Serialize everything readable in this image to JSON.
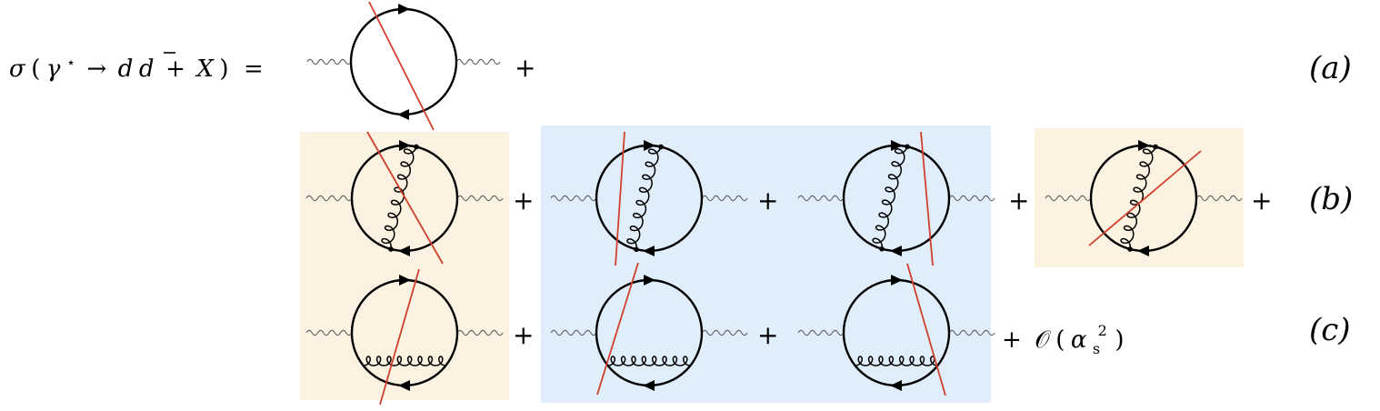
{
  "lhs": {
    "sigma": "σ",
    "open_paren": "(",
    "gamma": "γ",
    "star": "⋆",
    "arrow": "→",
    "d": "d",
    "dbar": "d",
    "bar": "¯",
    "plus": "+",
    "X": "X",
    "close_paren": ")",
    "equals": "="
  },
  "operators": {
    "plus": "+"
  },
  "order_term": {
    "plus": "+",
    "O": "𝒪",
    "open": "(",
    "alpha": "α",
    "sub": "s",
    "sup": "2",
    "close": ")"
  },
  "row_labels": {
    "a": "(a)",
    "b": "(b)",
    "c": "(c)"
  },
  "colors": {
    "real_box": "#fbf2e1",
    "virtual_box": "#e0eefb",
    "cut_line": "#d0402c",
    "photon": "#666666",
    "quark": "#000000"
  }
}
